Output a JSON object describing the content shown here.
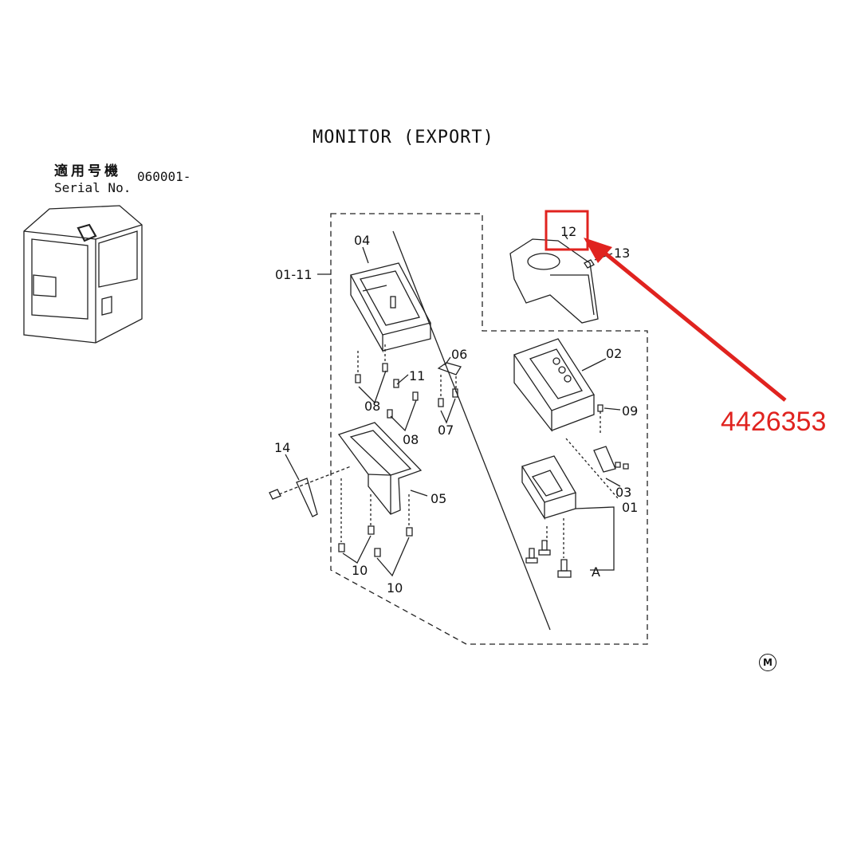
{
  "diagram": {
    "title": "MONITOR (EXPORT)",
    "serial": {
      "label_cjk": "適用号機",
      "label_en": "Serial No.",
      "value": "060001-"
    },
    "callouts": {
      "c04": "04",
      "c0111": "01-11",
      "c06": "06",
      "c11": "11",
      "c08a": "08",
      "c08b": "08",
      "c07": "07",
      "c14": "14",
      "c05": "05",
      "c10a": "10",
      "c10b": "10",
      "c12": "12",
      "c13": "13",
      "c02": "02",
      "c09": "09",
      "c03": "03",
      "c01": "01",
      "cA": "A"
    },
    "highlight": {
      "part_number": "4426353",
      "color": "#e0231f"
    },
    "footer_mark": "M"
  }
}
